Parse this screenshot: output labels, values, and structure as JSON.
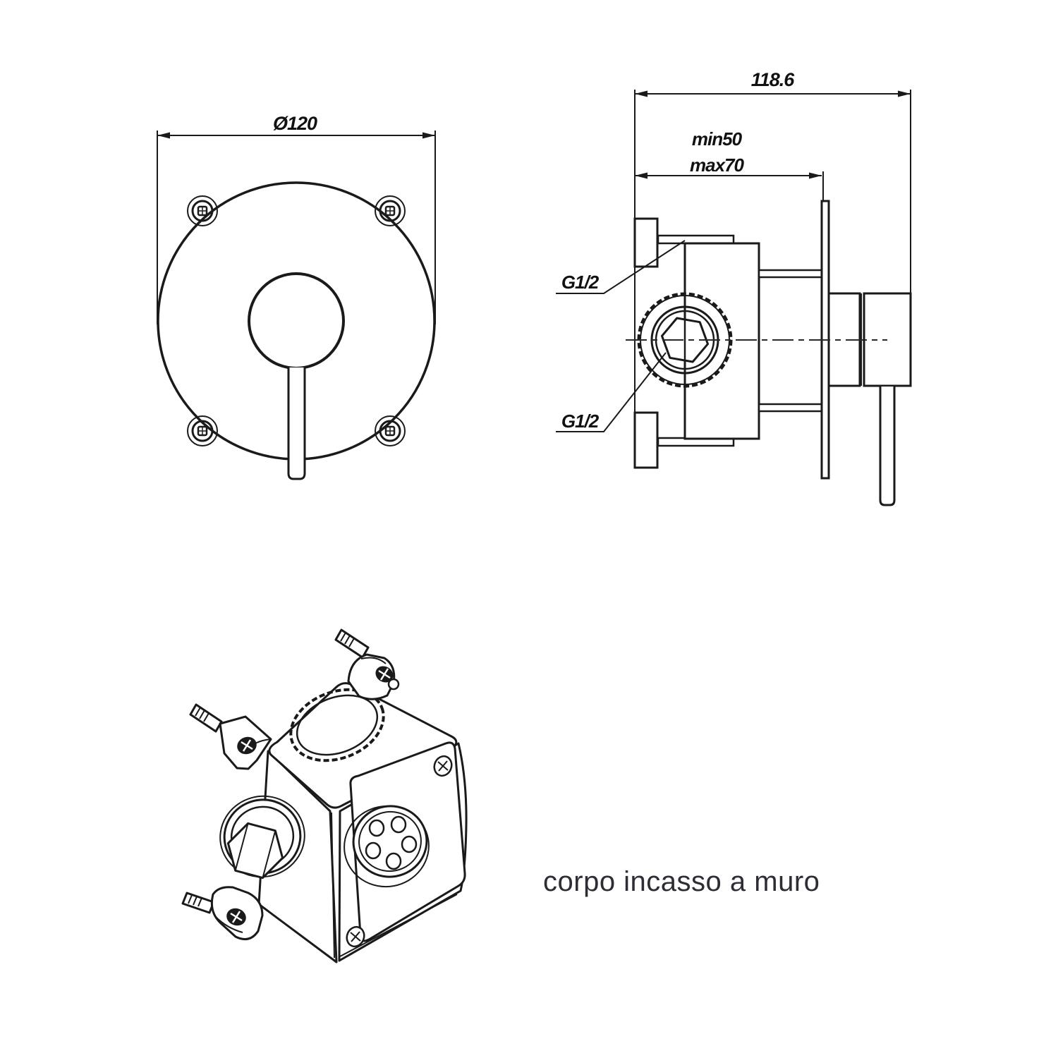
{
  "page": {
    "background": "#ffffff",
    "line_color": "#1a1a1a",
    "caption_color": "#2d2d36"
  },
  "front_view": {
    "diameter_label": "Ø120"
  },
  "side_view": {
    "overall_depth_label": "118.6",
    "depth_min_label": "min50",
    "depth_max_label": "max70",
    "thread_label_top": "G1/2",
    "thread_label_bottom": "G1/2"
  },
  "isometric_view": {
    "caption": "corpo incasso a muro"
  }
}
